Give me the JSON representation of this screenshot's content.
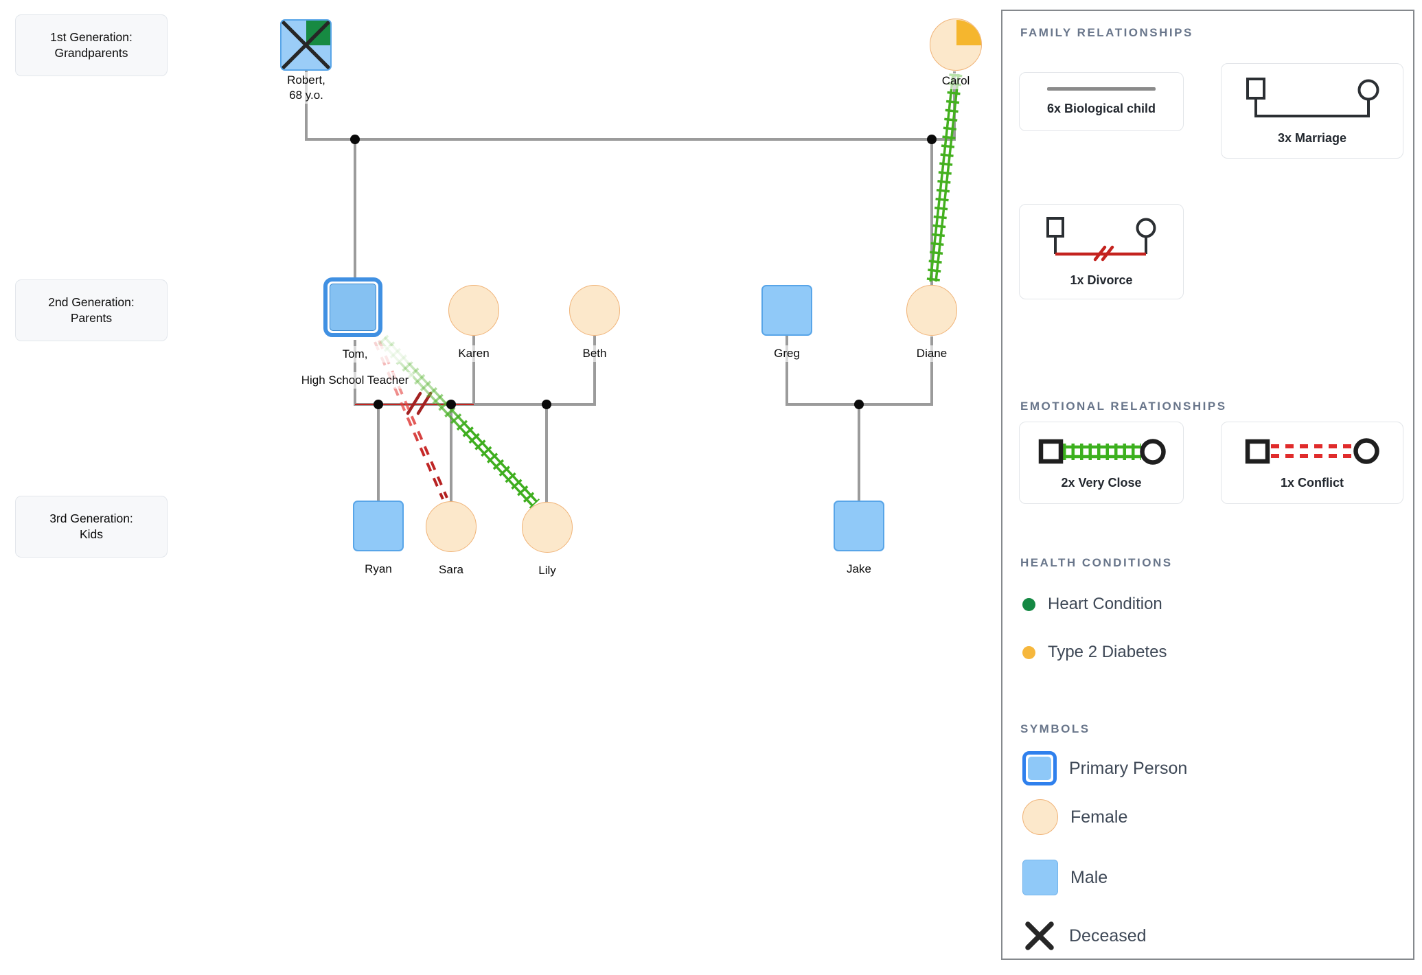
{
  "generations": [
    {
      "line1": "1st Generation:",
      "line2": "Grandparents"
    },
    {
      "line1": "2nd Generation:",
      "line2": "Parents"
    },
    {
      "line1": "3rd Generation:",
      "line2": "Kids"
    }
  ],
  "persons": {
    "robert": {
      "line1": "Robert,",
      "line2": "68 y.o."
    },
    "carol": {
      "name": "Carol"
    },
    "tom": {
      "line1": "Tom,",
      "line2": "High School Teacher"
    },
    "karen": {
      "name": "Karen"
    },
    "beth": {
      "name": "Beth"
    },
    "greg": {
      "name": "Greg"
    },
    "diane": {
      "name": "Diane"
    },
    "ryan": {
      "name": "Ryan"
    },
    "sara": {
      "name": "Sara"
    },
    "lily": {
      "name": "Lily"
    },
    "jake": {
      "name": "Jake"
    }
  },
  "legend": {
    "family_title": "FAMILY RELATIONSHIPS",
    "biological_child_label": "6x Biological child",
    "marriage_label": "3x Marriage",
    "divorce_label": "1x Divorce",
    "emotional_title": "EMOTIONAL RELATIONSHIPS",
    "very_close_label": "2x Very Close",
    "conflict_label": "1x Conflict",
    "health_title": "HEALTH CONDITIONS",
    "health_items": [
      {
        "label": "Heart Condition",
        "color": "#148843"
      },
      {
        "label": "Type 2 Diabetes",
        "color": "#f6b73c"
      }
    ],
    "symbols_title": "SYMBOLS",
    "symbol_primary": "Primary Person",
    "symbol_female": "Female",
    "symbol_male": "Male",
    "symbol_deceased": "Deceased"
  },
  "colors": {
    "male_fill": "#90c9f8",
    "female_fill": "#fce8cb",
    "primary_border": "#2f80ed",
    "heart_condition": "#148843",
    "type2_diabetes": "#f6b73c",
    "very_close_green": "#44b01f",
    "conflict_red": "#e02b2b",
    "divorce_red": "#c4231f",
    "family_line_gray": "#9b9b9b"
  }
}
